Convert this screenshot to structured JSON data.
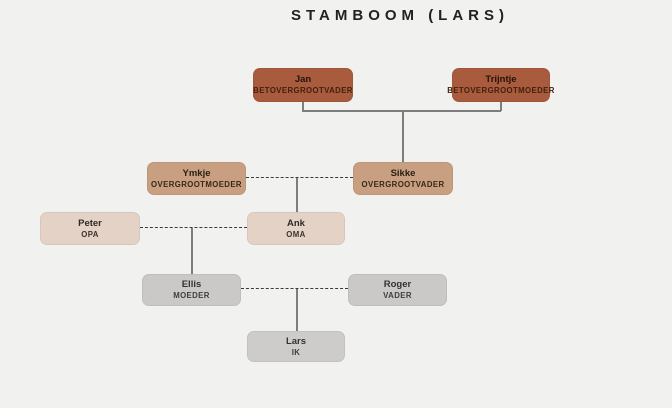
{
  "title": "STAMBOOM (LARS)",
  "palette": {
    "background": "#f1f1ef",
    "generation1": "#a85b3d",
    "generation2": "#c89f80",
    "generation3": "#e3d2c5",
    "generation4": "#cac9c8",
    "generation5": "#cdcccb",
    "solid_line": "#7d7d7d",
    "dashed_line": "#3a3a3a"
  },
  "nodes": {
    "jan": {
      "name": "Jan",
      "role": "BETOVERGROOTVADER"
    },
    "trijntje": {
      "name": "Trijntje",
      "role": "BETOVERGROOTMOEDER"
    },
    "ymkje": {
      "name": "Ymkje",
      "role": "OVERGROOTMOEDER"
    },
    "sikke": {
      "name": "Sikke",
      "role": "OVERGROOTVADER"
    },
    "peter": {
      "name": "Peter",
      "role": "OPA"
    },
    "ank": {
      "name": "Ank",
      "role": "OMA"
    },
    "ellis": {
      "name": "Ellis",
      "role": "MOEDER"
    },
    "roger": {
      "name": "Roger",
      "role": "VADER"
    },
    "lars": {
      "name": "Lars",
      "role": "IK"
    }
  }
}
